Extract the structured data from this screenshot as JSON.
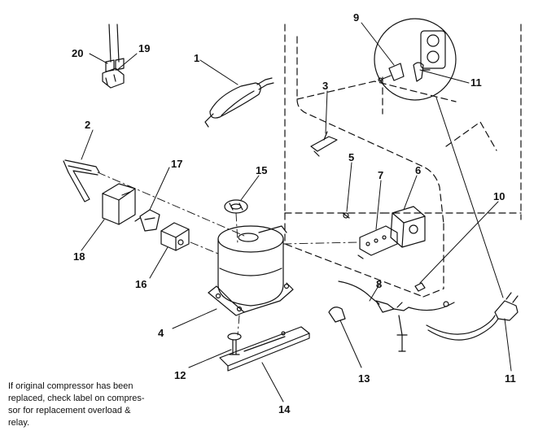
{
  "labels": {
    "p1": "1",
    "p2": "2",
    "p3": "3",
    "p4": "4",
    "p5": "5",
    "p6": "6",
    "p7": "7",
    "p8": "8",
    "p9": "9",
    "p10": "10",
    "p11a": "11",
    "p11b": "11",
    "p12": "12",
    "p13": "13",
    "p14": "14",
    "p15": "15",
    "p16": "16",
    "p17": "17",
    "p18": "18",
    "p19": "19",
    "p20": "20"
  },
  "note": {
    "line1": "If original compressor has been",
    "line2": "replaced, check label on compres-",
    "line3": "sor for replacement overload &",
    "line4": "relay."
  }
}
